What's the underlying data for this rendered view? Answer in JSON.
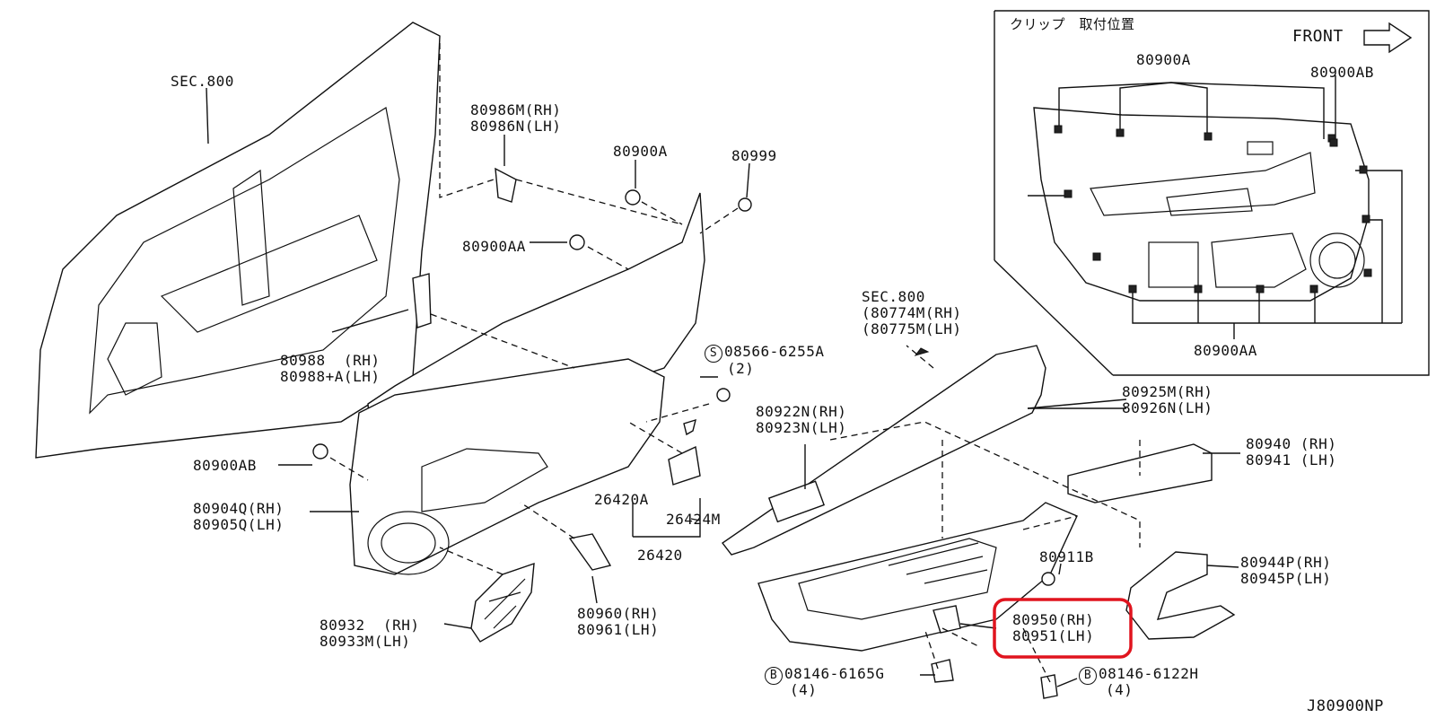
{
  "diagram_id": "J80900NP",
  "inset": {
    "title": "クリップ　取付位置",
    "front_label": "FRONT",
    "labels": {
      "top": "80900A",
      "top_right": "80900AB",
      "bottom": "80900AA"
    }
  },
  "labels": {
    "sec800_top": "SEC.800",
    "p80986": "80986M(RH)\n80986N(LH)",
    "p80900A": "80900A",
    "p80999": "80999",
    "p80900AA": "80900AA",
    "p80988": "80988  (RH)\n80988+A(LH)",
    "screw_code": "08566-6255A",
    "screw_qty": "(2)",
    "screw_symbol": "S",
    "p80922": "80922N(RH)\n80923N(LH)",
    "p80900AB": "80900AB",
    "p80904": "80904Q(RH)\n80905Q(LH)",
    "p26420A": "26420A",
    "p26424M": "26424M",
    "p26420": "26420",
    "p80960": "80960(RH)\n80961(LH)",
    "p80932": "80932  (RH)\n80933M(LH)",
    "sec800_right": "SEC.800\n(80774M(RH)\n(80775M(LH)",
    "p80925": "80925M(RH)\n80926N(LH)",
    "p80940": "80940 (RH)\n80941 (LH)",
    "p80911B": "80911B",
    "p80944": "80944P(RH)\n80945P(LH)",
    "p80950": "80950(RH)\n80951(LH)",
    "bolt1_code": "08146-6165G",
    "bolt1_qty": "(4)",
    "bolt2_code": "08146-6122H",
    "bolt2_qty": "(4)",
    "bolt_symbol": "B"
  },
  "highlight_color": "#e0141e"
}
